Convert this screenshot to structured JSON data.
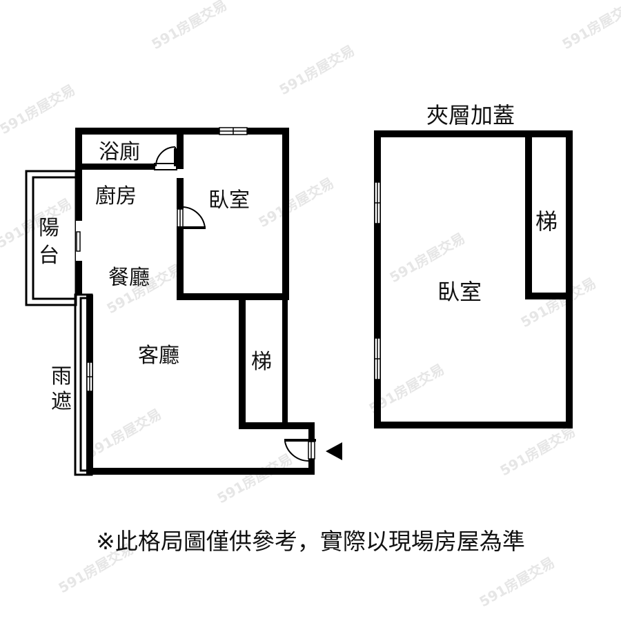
{
  "diagram": {
    "type": "floor-plan",
    "main_floor": {
      "rooms": [
        {
          "id": "bathroom",
          "label": "浴廁"
        },
        {
          "id": "kitchen",
          "label": "廚房"
        },
        {
          "id": "bedroom",
          "label": "臥室"
        },
        {
          "id": "balcony",
          "label": "陽台"
        },
        {
          "id": "dining",
          "label": "餐廳"
        },
        {
          "id": "living",
          "label": "客廳"
        },
        {
          "id": "stairs",
          "label": "梯"
        },
        {
          "id": "canopy",
          "label": "雨遮"
        }
      ],
      "entrance_marker": "entrance-arrow"
    },
    "mezzanine": {
      "title": "夾層加蓋",
      "rooms": [
        {
          "id": "mezz-bedroom",
          "label": "臥室"
        },
        {
          "id": "mezz-stairs",
          "label": "梯"
        }
      ]
    },
    "disclaimer": "※此格局圖僅供參考，實際以現場房屋為準",
    "watermark": "591房屋交易",
    "colors": {
      "wall": "#000000",
      "background": "#ffffff",
      "watermark": "#e6e6e6"
    }
  },
  "labels": {
    "bathroom": "浴廁",
    "kitchen": "廚房",
    "bedroom": "臥室",
    "balcony_1": "陽",
    "balcony_2": "台",
    "dining": "餐廳",
    "living": "客廳",
    "stairs": "梯",
    "canopy_1": "雨",
    "canopy_2": "遮",
    "mezz_title": "夾層加蓋",
    "mezz_bedroom": "臥室",
    "mezz_stairs": "梯"
  }
}
